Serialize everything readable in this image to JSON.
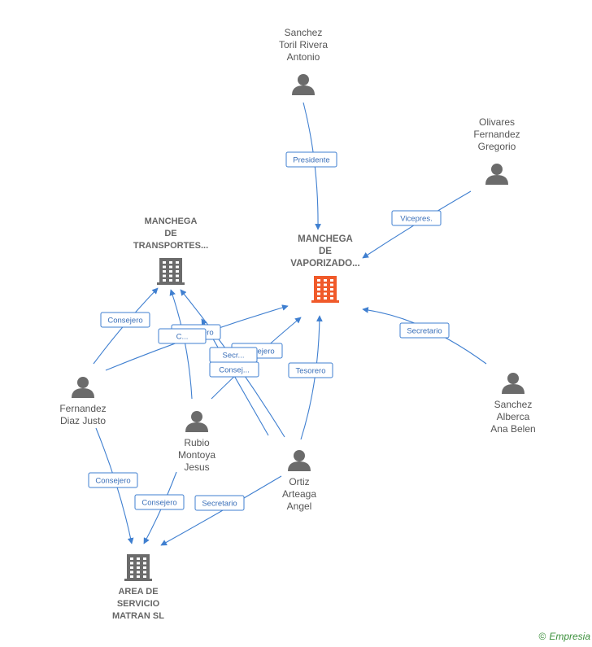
{
  "nodes": [
    {
      "id": "manchega_vaporizado",
      "type": "company",
      "main": true,
      "lines": [
        "MANCHEGA",
        "DE",
        "VAPORIZADO..."
      ]
    },
    {
      "id": "manchega_transportes",
      "type": "company",
      "main": false,
      "lines": [
        "MANCHEGA",
        "DE",
        "TRANSPORTES..."
      ]
    },
    {
      "id": "area_servicio",
      "type": "company",
      "main": false,
      "lines": [
        "AREA DE",
        "SERVICIO",
        "MATRAN SL"
      ]
    },
    {
      "id": "sanchez_toril",
      "type": "person",
      "lines": [
        "Sanchez",
        "Toril Rivera",
        "Antonio"
      ]
    },
    {
      "id": "olivares",
      "type": "person",
      "lines": [
        "Olivares",
        "Fernandez",
        "Gregorio"
      ]
    },
    {
      "id": "sanchez_alberca",
      "type": "person",
      "lines": [
        "Sanchez",
        "Alberca",
        "Ana Belen"
      ]
    },
    {
      "id": "fernandez_diaz",
      "type": "person",
      "lines": [
        "Fernandez",
        "Diaz Justo"
      ]
    },
    {
      "id": "rubio_montoya",
      "type": "person",
      "lines": [
        "Rubio",
        "Montoya",
        "Jesus"
      ]
    },
    {
      "id": "ortiz_arteaga",
      "type": "person",
      "lines": [
        "Ortiz",
        "Arteaga",
        "Angel"
      ]
    }
  ],
  "edges": [
    {
      "id": "e1",
      "from": "sanchez_toril",
      "to": "manchega_vaporizado",
      "label": "Presidente"
    },
    {
      "id": "e2",
      "from": "olivares",
      "to": "manchega_vaporizado",
      "label": "Vicepres."
    },
    {
      "id": "e3",
      "from": "sanchez_alberca",
      "to": "manchega_vaporizado",
      "label": "Secretario"
    },
    {
      "id": "e4",
      "from": "ortiz_arteaga",
      "to": "manchega_vaporizado",
      "label": "Tesorero"
    },
    {
      "id": "e5",
      "from": "rubio_montoya",
      "to": "manchega_vaporizado",
      "label": "Consejero"
    },
    {
      "id": "e6",
      "from": "fernandez_diaz",
      "to": "manchega_vaporizado",
      "label": "Consejero"
    },
    {
      "id": "e7",
      "from": "fernandez_diaz",
      "to": "manchega_transportes",
      "label": "Consejero"
    },
    {
      "id": "e8",
      "from": "rubio_montoya",
      "to": "manchega_transportes",
      "label": "C..."
    },
    {
      "id": "e9",
      "from": "ortiz_arteaga",
      "to": "manchega_transportes",
      "label": "Secr..."
    },
    {
      "id": "e10",
      "from": "ortiz_arteaga",
      "to": "manchega_transportes",
      "label": "Consej..."
    },
    {
      "id": "e11",
      "from": "fernandez_diaz",
      "to": "area_servicio",
      "label": "Consejero"
    },
    {
      "id": "e12",
      "from": "rubio_montoya",
      "to": "area_servicio",
      "label": "Consejero"
    },
    {
      "id": "e13",
      "from": "ortiz_arteaga",
      "to": "area_servicio",
      "label": "Secretario"
    }
  ],
  "colors": {
    "edge": "#3f7fd0",
    "main_company": "#f05a2a",
    "company": "#6b6b6b",
    "person": "#6b6b6b",
    "brand": "#3a8f3a"
  },
  "brand": {
    "copyright": "©",
    "name": "Empresia"
  }
}
